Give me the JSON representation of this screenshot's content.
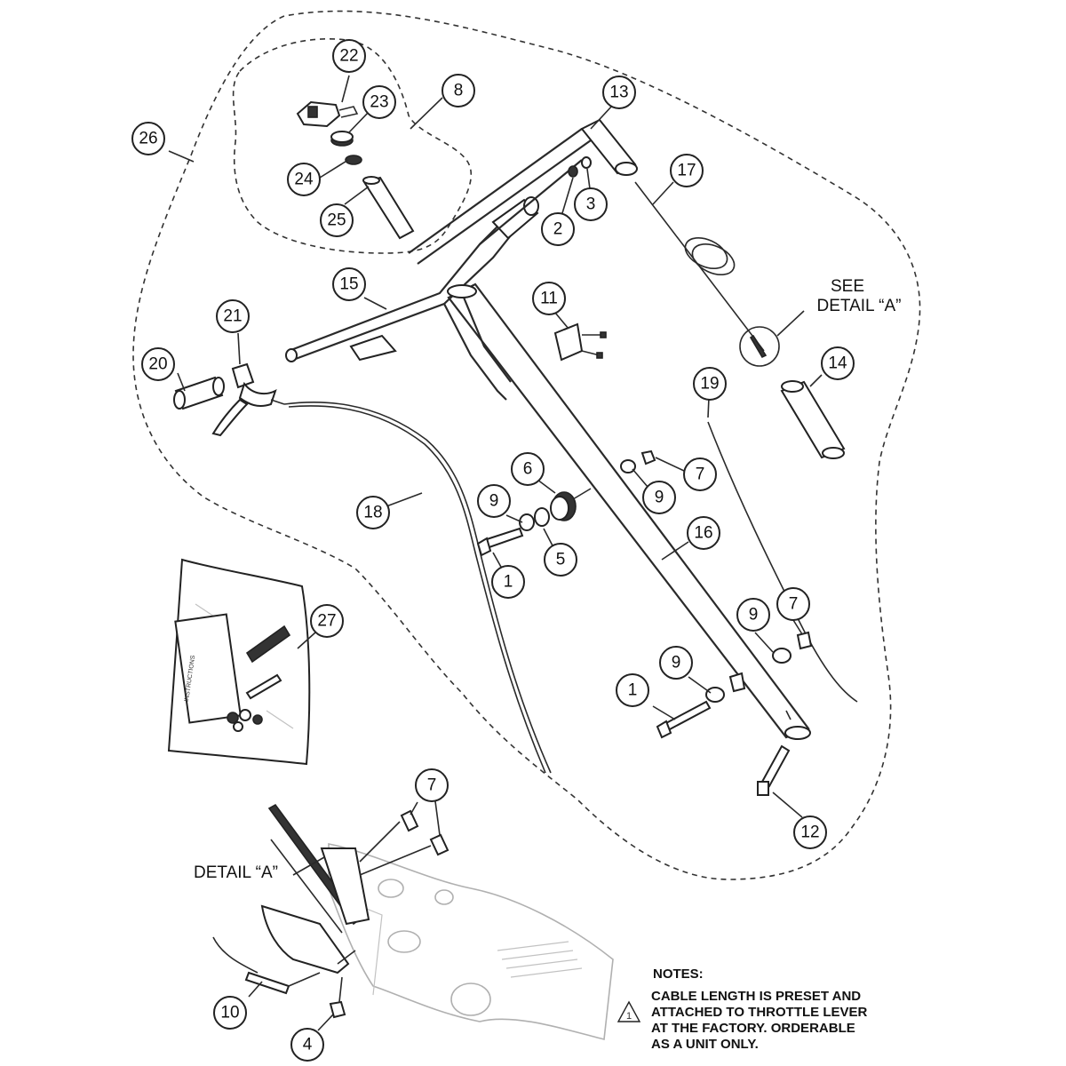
{
  "callouts": [
    {
      "label": "22"
    },
    {
      "label": "23"
    },
    {
      "label": "8"
    },
    {
      "label": "24"
    },
    {
      "label": "25"
    },
    {
      "label": "26"
    },
    {
      "label": "13"
    },
    {
      "label": "17"
    },
    {
      "label": "2"
    },
    {
      "label": "3"
    },
    {
      "label": "15"
    },
    {
      "label": "11"
    },
    {
      "label": "21"
    },
    {
      "label": "20"
    },
    {
      "label": "14"
    },
    {
      "label": "19"
    },
    {
      "label": "6"
    },
    {
      "label": "9"
    },
    {
      "label": "9"
    },
    {
      "label": "7"
    },
    {
      "label": "18"
    },
    {
      "label": "5"
    },
    {
      "label": "1"
    },
    {
      "label": "16"
    },
    {
      "label": "27"
    },
    {
      "label": "9"
    },
    {
      "label": "7"
    },
    {
      "label": "9"
    },
    {
      "label": "1"
    },
    {
      "label": "12"
    },
    {
      "label": "7"
    },
    {
      "label": "10"
    },
    {
      "label": "4"
    }
  ],
  "see_detail": {
    "line1": "SEE",
    "line2": "DETAIL “A”"
  },
  "detail_label": "DETAIL “A”",
  "kit_label": "INSTRUCTIONS",
  "notes": {
    "title": "NOTES:",
    "marker": "1",
    "lines": [
      "CABLE LENGTH IS PRESET AND",
      "ATTACHED TO THROTTLE LEVER",
      "AT THE FACTORY.  ORDERABLE",
      "AS A UNIT ONLY."
    ]
  }
}
